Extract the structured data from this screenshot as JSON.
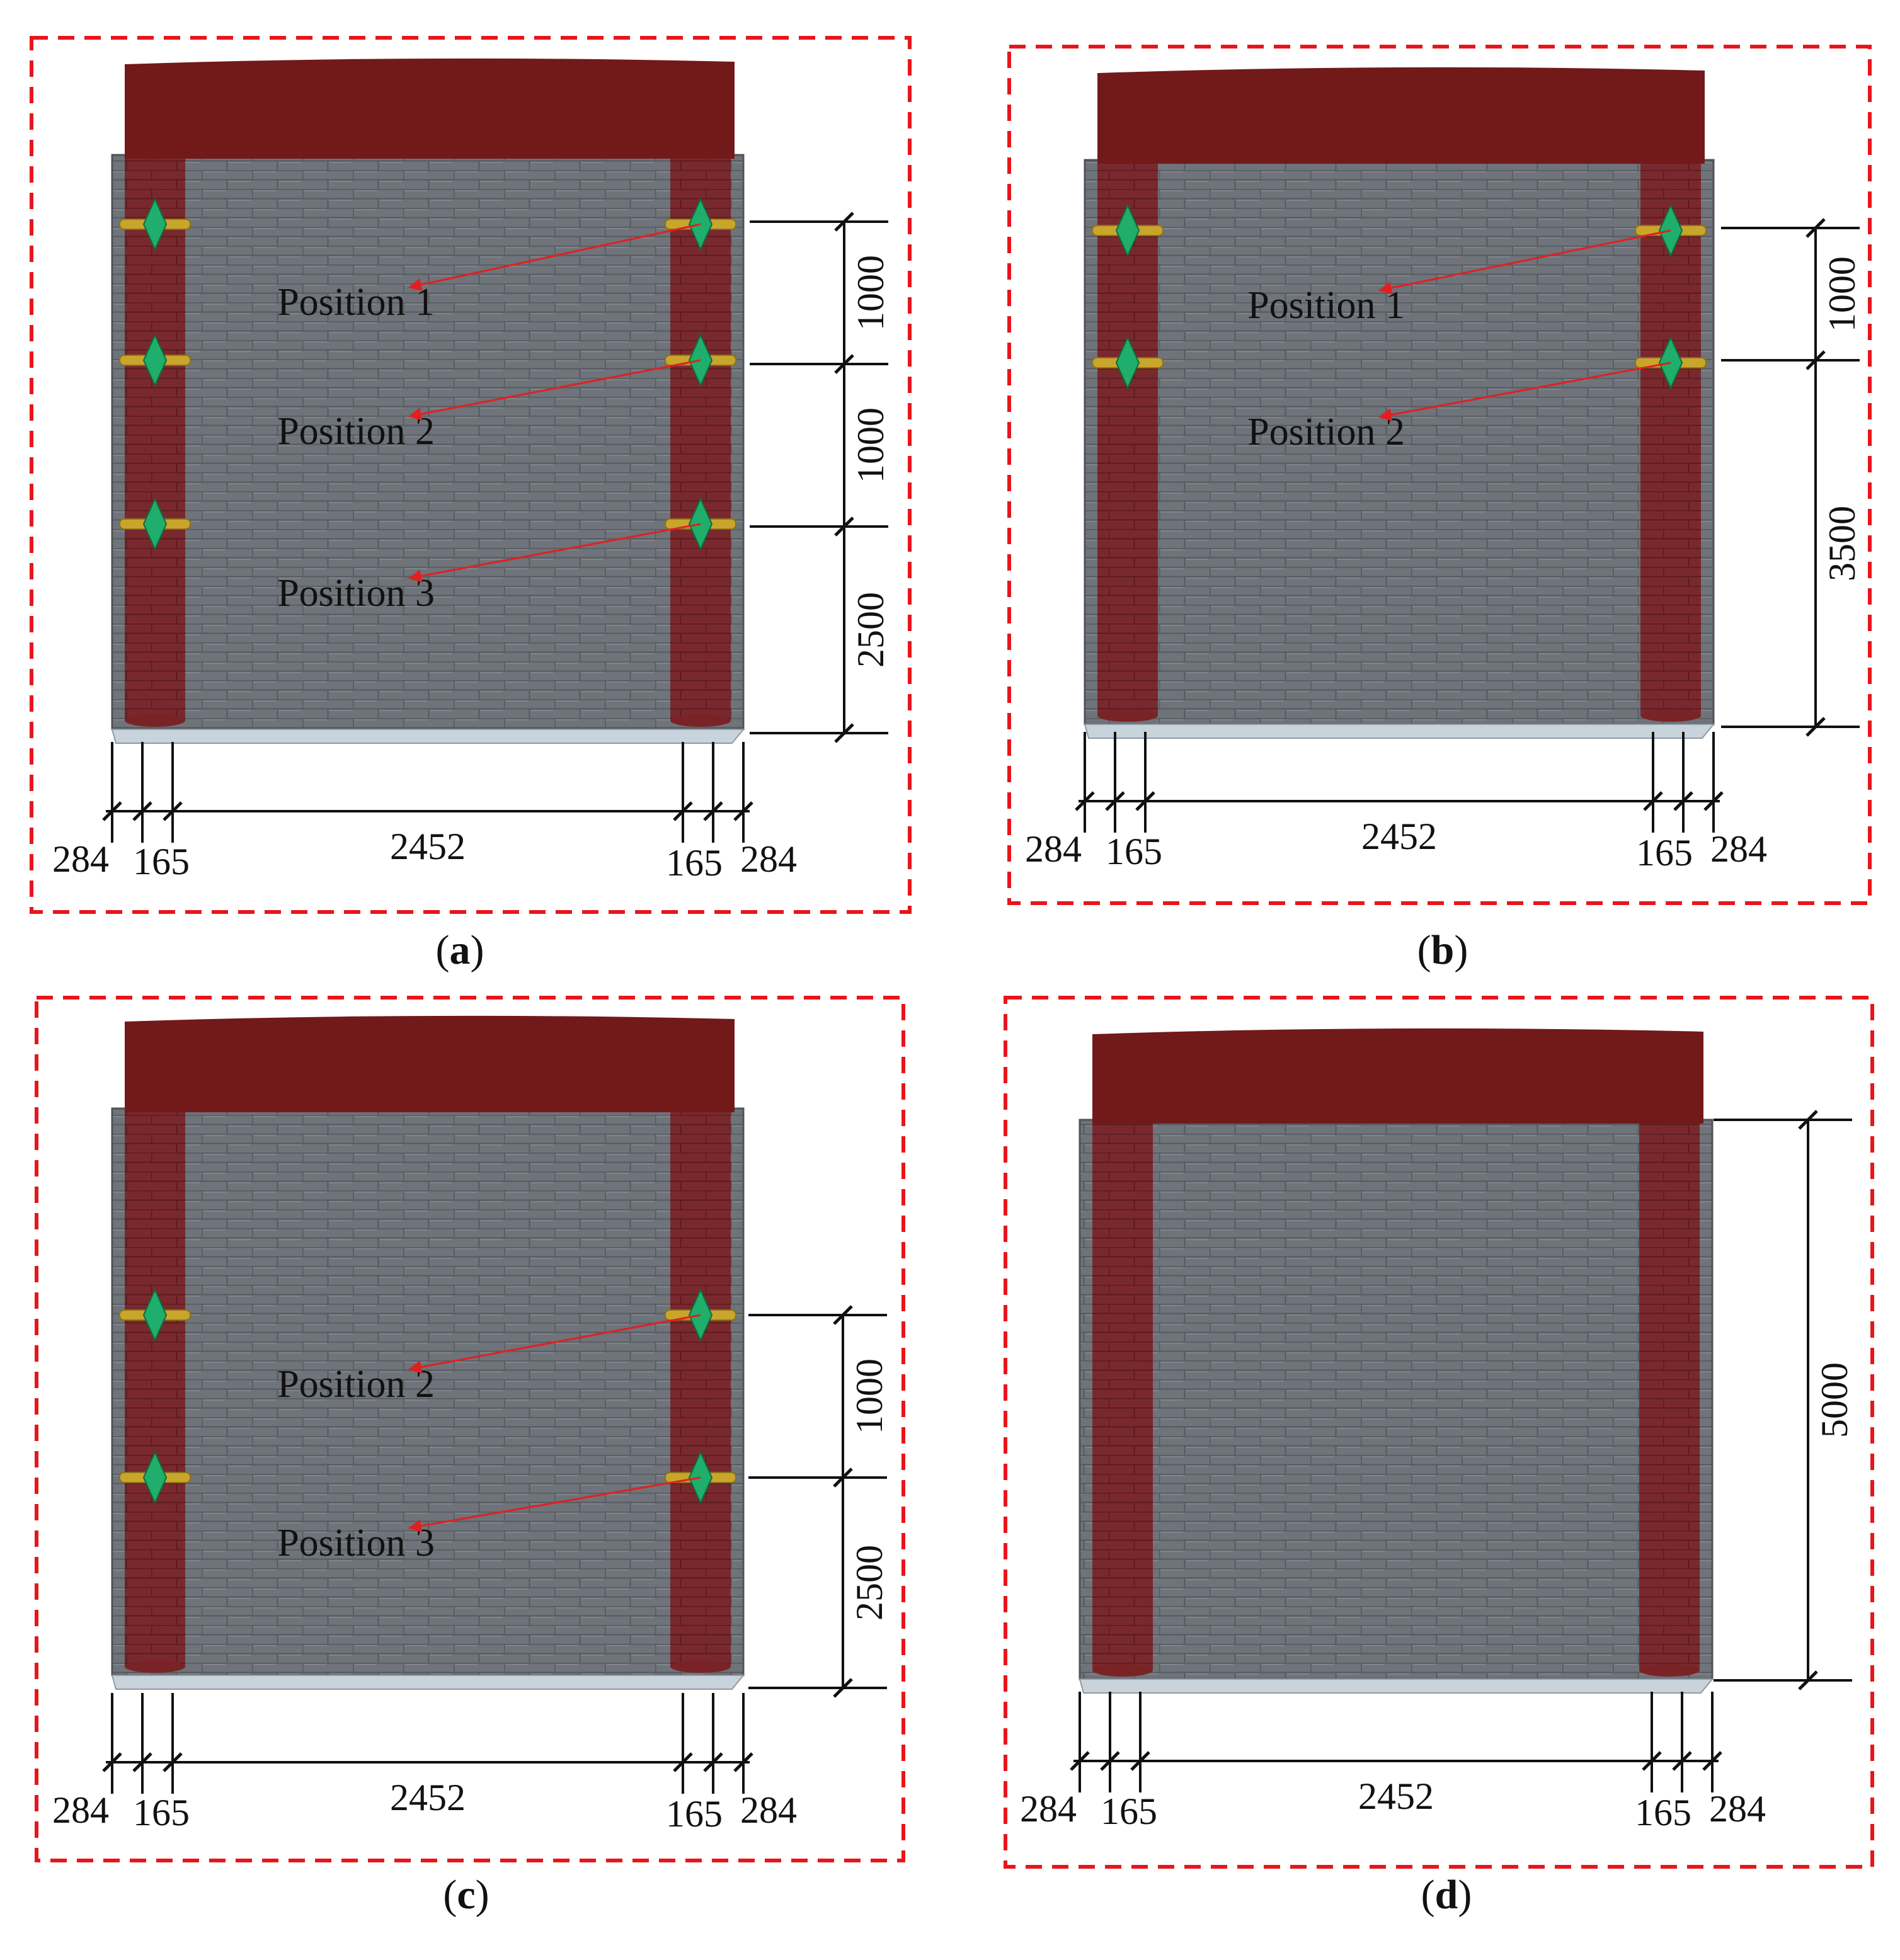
{
  "panels": [
    {
      "id": "a",
      "caption_letter": "a",
      "position_labels": [
        "Position 1",
        "Position 2",
        "Position 3"
      ],
      "vertical_dims": [
        "1000",
        "1000",
        "2500"
      ],
      "horizontal_dims": [
        "284",
        "165",
        "2452",
        "165",
        "284"
      ]
    },
    {
      "id": "b",
      "caption_letter": "b",
      "position_labels": [
        "Position 1",
        "Position 2"
      ],
      "vertical_dims": [
        "1000",
        "3500"
      ],
      "horizontal_dims": [
        "284",
        "165",
        "2452",
        "165",
        "284"
      ]
    },
    {
      "id": "c",
      "caption_letter": "c",
      "position_labels": [
        "Position 2",
        "Position 3"
      ],
      "vertical_dims": [
        "1000",
        "2500"
      ],
      "horizontal_dims": [
        "284",
        "165",
        "2452",
        "165",
        "284"
      ]
    },
    {
      "id": "d",
      "caption_letter": "d",
      "position_labels": [],
      "vertical_dims": [
        "5000"
      ],
      "horizontal_dims": [
        "284",
        "165",
        "2452",
        "165",
        "284"
      ]
    }
  ],
  "colors": {
    "frame": "#e8151b",
    "beam": "#72191a",
    "column": "#7a2326",
    "wall": "#6f737a",
    "base": "#c9d3dc",
    "marker": "#1fae6b",
    "tie": "#c9a52c",
    "arrow": "#e02020",
    "dim_line": "#111111"
  },
  "icons": {
    "marker": "green-diamond-icon",
    "tie": "gold-tie-bar"
  }
}
